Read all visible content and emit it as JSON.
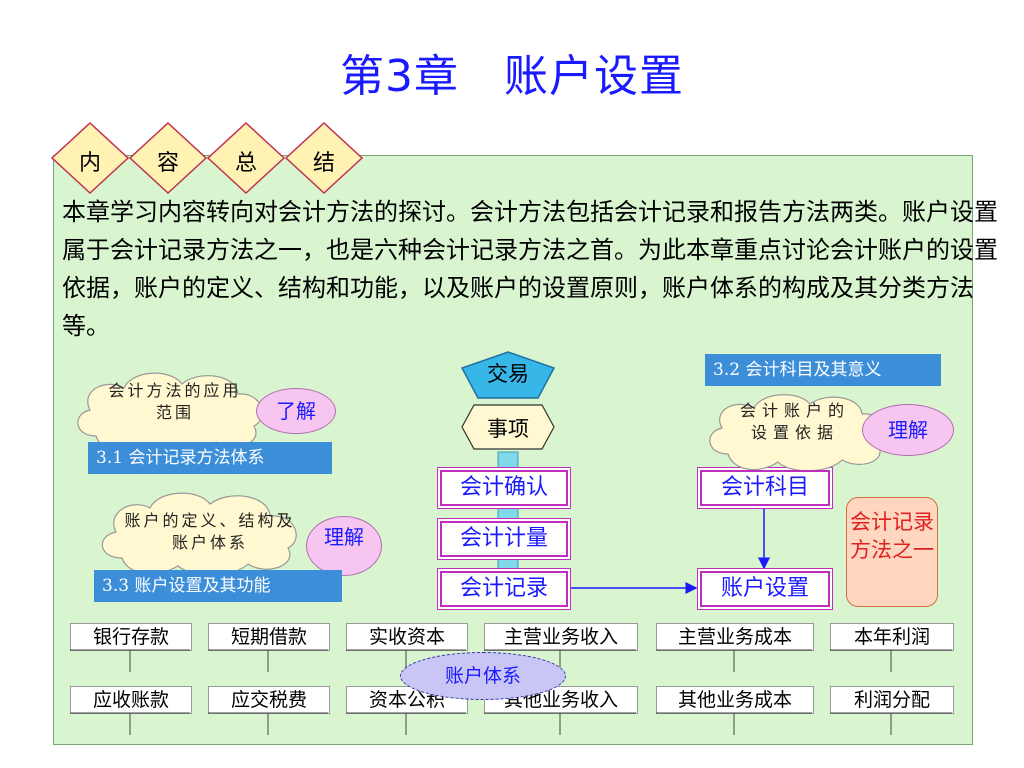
{
  "title": "第3章　账户设置",
  "tabs": [
    "内",
    "容",
    "总",
    "结"
  ],
  "intro": "本章学习内容转向对会计方法的探讨。会计方法包括会计记录和报告方法两类。账户设置属于会计记录方法之一，也是六种会计记录方法之首。为此本章重点讨论会计账户的设置依据，账户的定义、结构和功能，以及账户的设置原则，账户体系的构成及其分类方法等。",
  "sections": {
    "s31": {
      "label": "3.1 会计记录方法体系",
      "cloud": "会计方法的应用范围",
      "badge": "了解"
    },
    "s32": {
      "label": "3.2  会计科目及其意义",
      "cloud": "会计账户的设置依据",
      "badge": "理解"
    },
    "s33": {
      "label": "3.3  账户设置及其功能",
      "cloud": "账户的定义、结构及账户体系",
      "badge": "理解"
    }
  },
  "flow": {
    "event_top": "交易",
    "event_bottom": "事项",
    "confirm": "会计确认",
    "measure": "会计计量",
    "record": "会计记录",
    "subject": "会计科目",
    "setup": "账户设置",
    "note": "会计记录方法之一"
  },
  "accounts_row1": [
    "银行存款",
    "短期借款",
    "实收资本",
    "主营业务收入",
    "主营业务成本",
    "本年利润"
  ],
  "accounts_row2": [
    "应收账款",
    "应交税费",
    "资本公积",
    "其他业务收入",
    "其他业务成本",
    "利润分配"
  ],
  "system_label": "账户体系"
}
